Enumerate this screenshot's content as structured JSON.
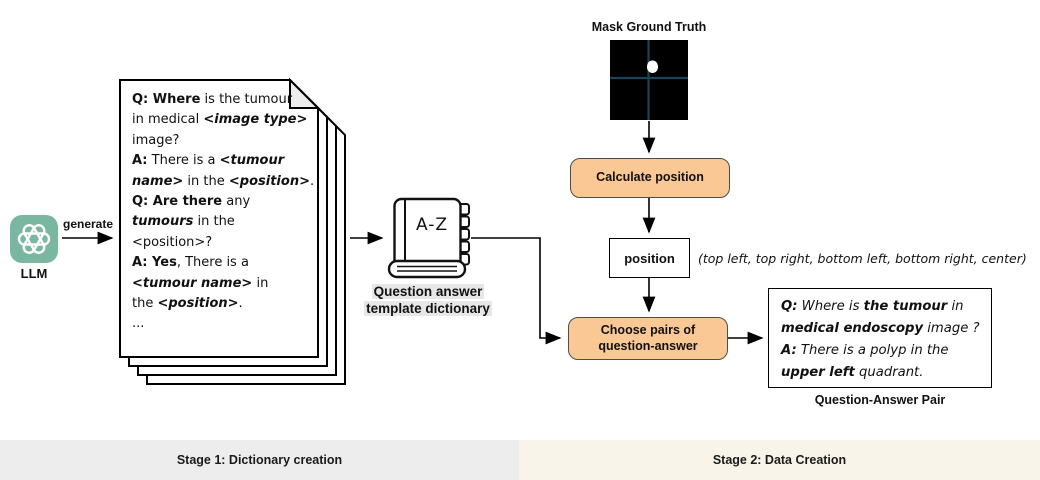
{
  "colors": {
    "flow_box_fill": "#f9c894",
    "flow_box_border": "#4d4d4d",
    "llm_icon_bg": "#7ab7a1",
    "mask_crosshair": "#1e4356",
    "stage1_bg": "#ededed",
    "stage2_bg": "#f8f4e9",
    "highlight_bg": "#e7e7e7",
    "fold_fill": "#ededed"
  },
  "llm": {
    "label": "LLM",
    "generate_label": "generate"
  },
  "template_document": {
    "lines": [
      [
        {
          "t": "Q: Where",
          "b": true
        },
        {
          "t": " is the tumour"
        }
      ],
      [
        {
          "t": "in medical "
        },
        {
          "t": "<image type>",
          "b": true,
          "i": true
        }
      ],
      [
        {
          "t": "image?"
        }
      ],
      [
        {
          "t": "A:",
          "b": true
        },
        {
          "t": " There is a "
        },
        {
          "t": "<tumour",
          "b": true,
          "i": true
        }
      ],
      [
        {
          "t": "name>",
          "b": true,
          "i": true
        },
        {
          "t": " in the "
        },
        {
          "t": "<position>",
          "b": true,
          "i": true
        },
        {
          "t": "."
        }
      ],
      [
        {
          "t": "Q: Are there",
          "b": true
        },
        {
          "t": " any"
        }
      ],
      [
        {
          "t": "tumours",
          "b": true,
          "i": true
        },
        {
          "t": " in the"
        }
      ],
      [
        {
          "t": "<position>?"
        }
      ],
      [
        {
          "t": "A: Yes",
          "b": true
        },
        {
          "t": ", There is a"
        }
      ],
      [
        {
          "t": "<tumour name>",
          "b": true,
          "i": true
        },
        {
          "t": " in"
        }
      ],
      [
        {
          "t": "the "
        },
        {
          "t": "<position>",
          "b": true,
          "i": true
        },
        {
          "t": "."
        }
      ],
      [
        {
          "t": "..."
        }
      ]
    ]
  },
  "dictionary": {
    "cover_text": "A-Z",
    "caption_line1": "Question answer",
    "caption_line2": "template dictionary"
  },
  "mask": {
    "title": "Mask Ground Truth"
  },
  "pipeline": {
    "calculate_box": "Calculate position",
    "position_box": "position",
    "position_options_note": "(top left, top right, bottom left, bottom right, center)",
    "choose_box_line1": "Choose pairs of",
    "choose_box_line2": "question-answer"
  },
  "qa_pair": {
    "caption": "Question-Answer Pair",
    "lines": [
      [
        {
          "t": "Q:",
          "b": true,
          "i": true
        },
        {
          "t": " Where is ",
          "i": true
        },
        {
          "t": "the tumour",
          "b": true,
          "i": true
        },
        {
          "t": " in",
          "i": true
        }
      ],
      [
        {
          "t": "medical endoscopy",
          "b": true,
          "i": true
        },
        {
          "t": " image ?",
          "i": true
        }
      ],
      [
        {
          "t": "A:",
          "b": true,
          "i": true
        },
        {
          "t": " There is a polyp in the",
          "i": true
        }
      ],
      [
        {
          "t": "upper left",
          "b": true,
          "i": true
        },
        {
          "t": " quadrant.",
          "i": true
        }
      ]
    ]
  },
  "stages": {
    "stage1_label": "Stage 1: Dictionary creation",
    "stage2_label": "Stage 2: Data Creation"
  }
}
